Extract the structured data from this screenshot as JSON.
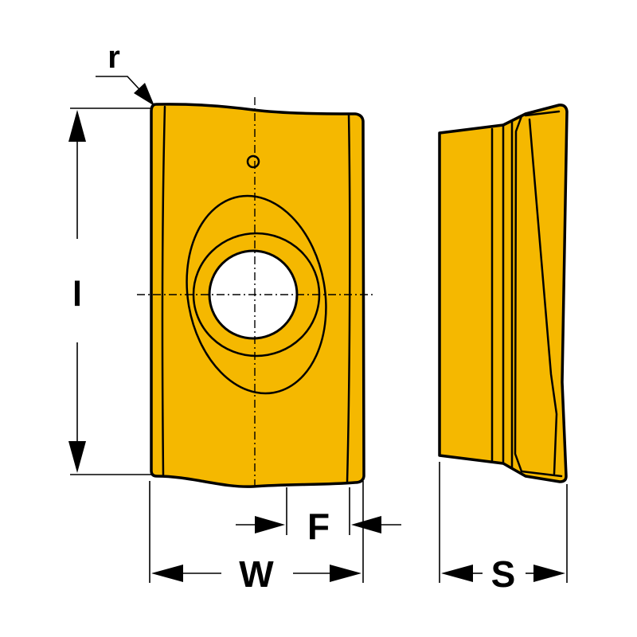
{
  "labels": {
    "radius": "r",
    "length": "l",
    "width": "W",
    "flat": "F",
    "thickness": "S"
  },
  "colors": {
    "insert_fill": "#f5b800",
    "outline": "#000000",
    "hole": "#ffffff",
    "background": "#ffffff"
  }
}
